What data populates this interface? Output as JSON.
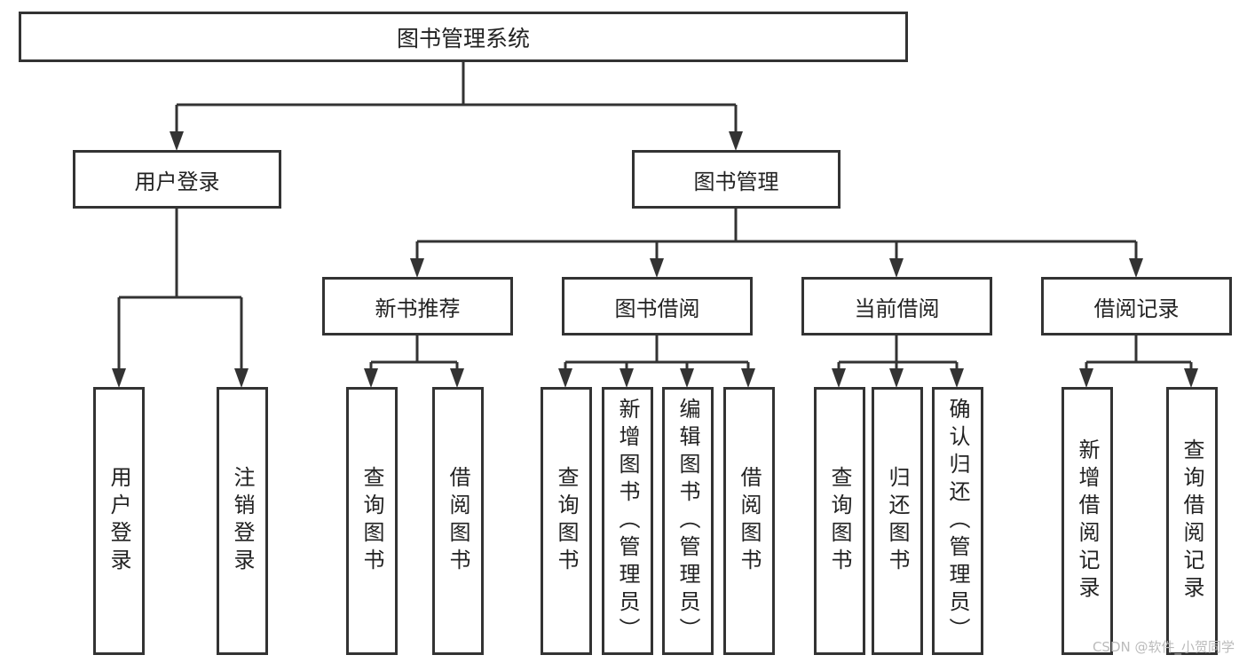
{
  "root": {
    "label": "图书管理系统"
  },
  "modules": [
    {
      "label": "用户登录",
      "children": [
        {
          "label": "用户登录"
        },
        {
          "label": "注销登录"
        }
      ]
    },
    {
      "label": "图书管理",
      "children": [
        {
          "label": "新书推荐",
          "children": [
            {
              "label": "查询图书"
            },
            {
              "label": "借阅图书"
            }
          ]
        },
        {
          "label": "图书借阅",
          "children": [
            {
              "label": "查询图书"
            },
            {
              "label": "新增图书（管理员）"
            },
            {
              "label": "编辑图书（管理员）"
            },
            {
              "label": "借阅图书"
            }
          ]
        },
        {
          "label": "当前借阅",
          "children": [
            {
              "label": "查询图书"
            },
            {
              "label": "归还图书"
            },
            {
              "label": "确认归还（管理员）"
            }
          ]
        },
        {
          "label": "借阅记录",
          "children": [
            {
              "label": "新增借阅记录"
            },
            {
              "label": "查询借阅记录"
            }
          ]
        }
      ]
    }
  ],
  "watermark": "CSDN @软件_小贺同学",
  "colors": {
    "line": "#333333",
    "box_border": "#333333"
  }
}
